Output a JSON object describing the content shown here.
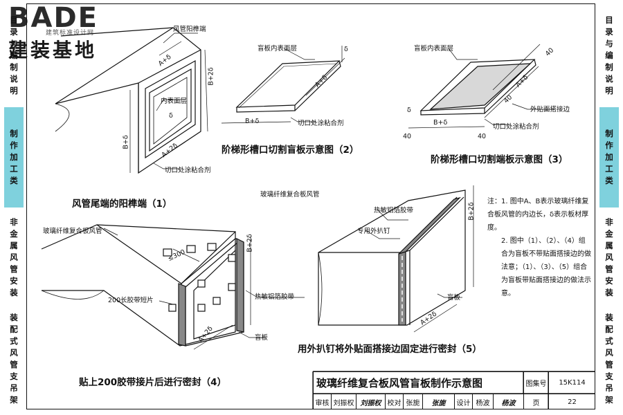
{
  "logo": {
    "brand": "BADE",
    "sub": "建筑标准设计网",
    "cn": "建装基地"
  },
  "left_tabs": [
    {
      "label": "目录与编制说明",
      "active": false
    },
    {
      "label": "制作加工类",
      "active": true
    },
    {
      "label": "非金属风管安装",
      "active": false
    },
    {
      "label": "装配式风管支吊架",
      "active": false
    }
  ],
  "right_tabs": [
    {
      "label": "目录与编制说明",
      "active": false
    },
    {
      "label": "制作加工类",
      "active": true
    },
    {
      "label": "非金属风管安装",
      "active": false
    },
    {
      "label": "装配式风管支吊架",
      "active": false
    }
  ],
  "fig1": {
    "caption": "风管尾端的阳榫端（1）",
    "labels": {
      "tenon": "风管阳榫端",
      "inner": "内表面层",
      "glue": "切口处涂粘合剂",
      "a": "A+2δ",
      "a2": "A+δ",
      "b": "B+δ",
      "b2": "B+2δ",
      "d": "δ"
    }
  },
  "fig2": {
    "caption": "阶梯形槽口切割盲板示意图（2）",
    "labels": {
      "surface": "盲板内表面层",
      "glue": "切口处涂粘合剂",
      "a": "A+δ",
      "b": "B+δ",
      "d": "δ"
    }
  },
  "fig3": {
    "caption": "阶梯形槽口切割端板示意图（3）",
    "labels": {
      "surface": "盲板内表面层",
      "glue": "切口处涂粘合剂",
      "edge": "外贴面搭接边",
      "a": "A+δ",
      "b": "B+δ",
      "d": "δ",
      "forty": "40"
    }
  },
  "fig4": {
    "caption": "贴上200胶带接片后进行密封（4）",
    "labels": {
      "duct": "玻璃纤维复合板风管",
      "strip": "200长胶带短片",
      "foil": "热敏铝箔胶带",
      "blind": "盲板",
      "spacing": "≤300",
      "a": "A+2δ",
      "b": "B+2δ"
    }
  },
  "fig5": {
    "caption": "用外扒钉将外贴面搭接边固定进行密封（5）",
    "labels": {
      "duct": "玻璃纤维复合板风管",
      "foil": "热敏铝箔胶带",
      "nail": "专用外扒钉",
      "blind": "盲板",
      "a": "A+2δ",
      "b": "B+2δ"
    }
  },
  "notes": {
    "head": "注：",
    "items": [
      "1. 图中A、B表示玻璃纤维复合板风管的内边长，δ表示板材厚度。",
      "2. 图中（1）、（2）、（4）组合为盲板不带贴面搭接边的做法意；（1）、（3）、（5）组合为盲板带贴面搭接边的做法示意。"
    ]
  },
  "title_block": {
    "title": "玻璃纤维复合板风管盲板制作示意图",
    "atlas_label": "图集号",
    "atlas_no": "15K114",
    "review_label": "审核",
    "reviewer": "刘振权",
    "review_sign": "刘振权",
    "check_label": "校对",
    "checker": "张旎",
    "check_sign": "张旎",
    "design_label": "设计",
    "designer": "杨波",
    "design_sign": "杨波",
    "page_label": "页",
    "page_no": "22"
  }
}
